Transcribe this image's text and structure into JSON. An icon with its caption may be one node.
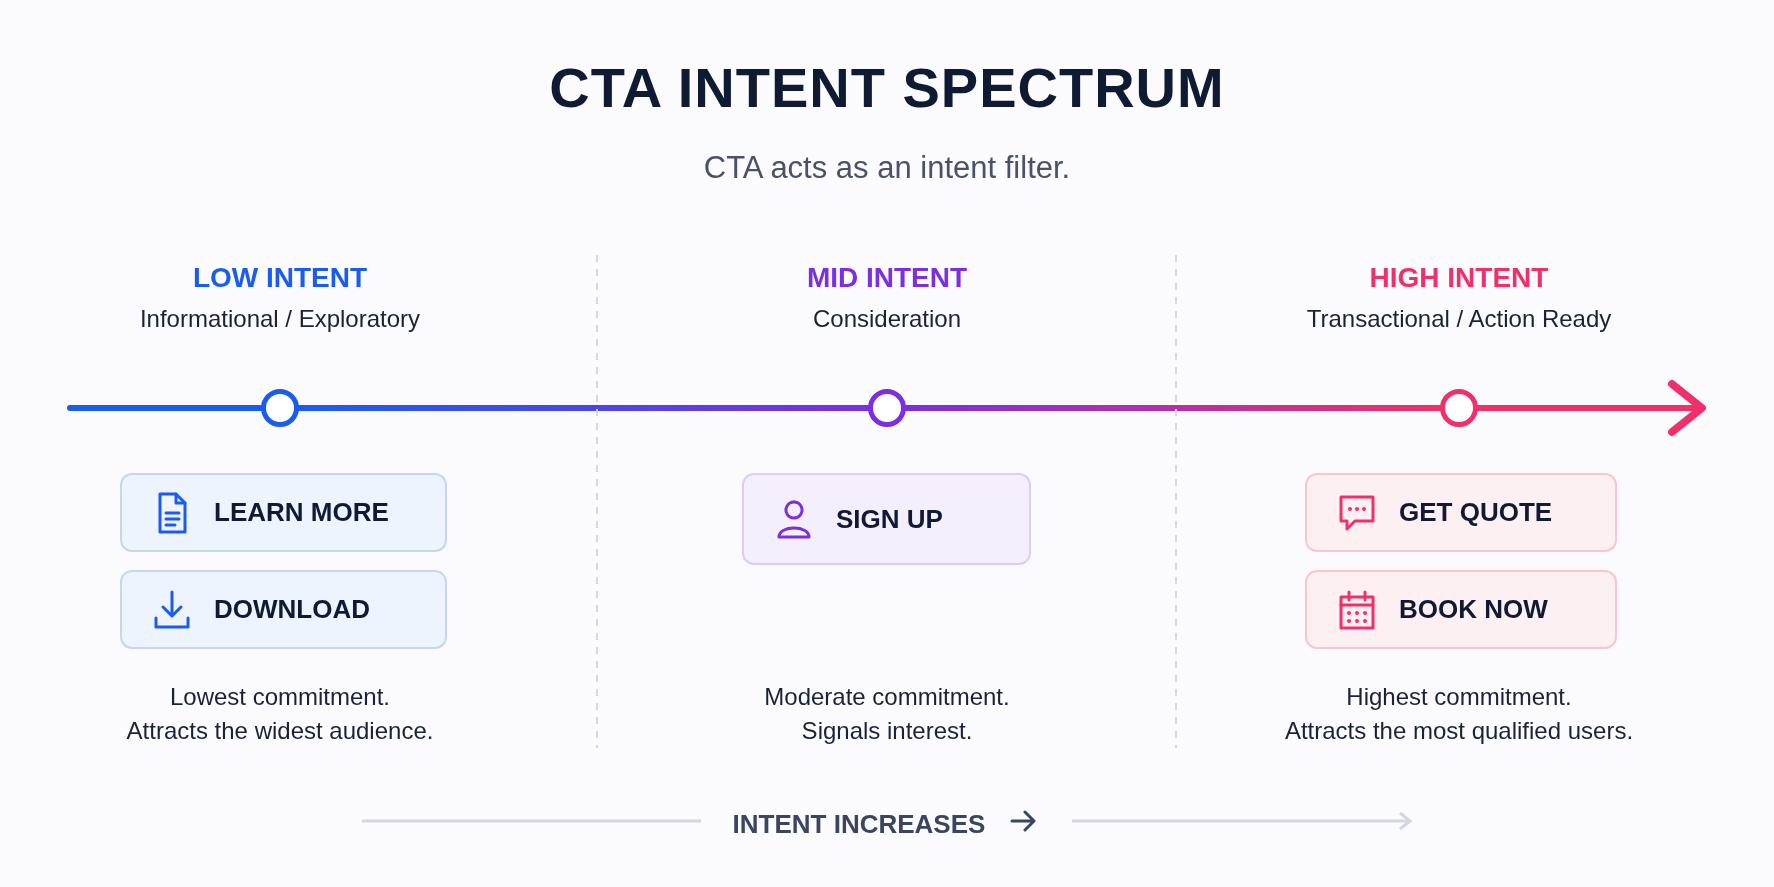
{
  "diagram": {
    "title": "CTA INTENT SPECTRUM",
    "nodes": [
      {
        "text": [],
        "shape": "circle"
      },
      {
        "text": [],
        "shape": "circle"
      },
      {
        "text": [],
        "shape": "circle"
      },
      {
        "text": [
          "LEARN MORE"
        ]
      },
      {
        "text": [
          "DOWNLOAD"
        ]
      },
      {
        "text": [
          "SIGN UP"
        ]
      },
      {
        "text": [
          "GET QUOTE"
        ]
      },
      {
        "text": [
          "BOOK NOW"
        ]
      }
    ],
    "edges": [
      {
        "from": null,
        "to": 0,
        "arrow": "none"
      },
      {
        "from": 0,
        "to": 1,
        "arrow": "none"
      },
      {
        "from": 1,
        "to": 2,
        "arrow": "none"
      },
      {
        "from": 2,
        "to": null,
        "arrow": "to"
      }
    ],
    "labels": [
      "CTA acts as an intent filter.",
      "LOW INTENT",
      "Informational / Exploratory",
      "MID INTENT",
      "Consideration",
      "HIGH INTENT",
      "Transactional / Action Ready",
      "Lowest commitment. Attracts the widest audience.",
      "Moderate commitment. Signals interest.",
      "Highest commitment. Attracts the most qualified users.",
      "INTENT INCREASES"
    ]
  }
}
